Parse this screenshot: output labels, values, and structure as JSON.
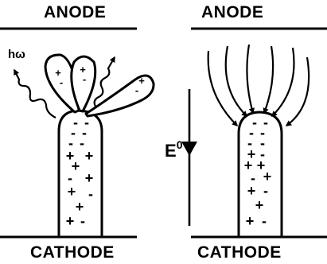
{
  "labels": {
    "anode_left": "ANODE",
    "anode_right": "ANODE",
    "cathode_left": "CATHODE",
    "cathode_right": "CATHODE",
    "photon": "hω",
    "field": "E",
    "field_sup": "0"
  },
  "signs": {
    "plus": "+",
    "minus": "-"
  }
}
